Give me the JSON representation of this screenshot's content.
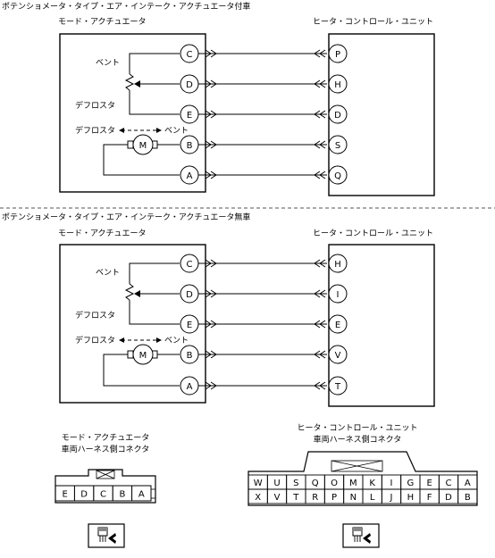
{
  "sections": [
    {
      "title": "ポテンショメータ・タイプ・エア・インテーク・アクチュエータ付車",
      "actuator_label": "モード・アクチュエータ",
      "unit_label": "ヒータ・コントロール・ユニット",
      "vent_label": "ベント",
      "defrost_label": "デフロスタ",
      "motor_label": "M",
      "motor_dir_left": "デフロスタ",
      "motor_dir_right": "ベント",
      "rows": [
        {
          "left": "C",
          "right": "P"
        },
        {
          "left": "D",
          "right": "H"
        },
        {
          "left": "E",
          "right": "D"
        },
        {
          "left": "B",
          "right": "S"
        },
        {
          "left": "A",
          "right": "Q"
        }
      ]
    },
    {
      "title": "ポテンショメータ・タイプ・エア・インテーク・アクチュエータ無車",
      "actuator_label": "モード・アクチュエータ",
      "unit_label": "ヒータ・コントロール・ユニット",
      "vent_label": "ベント",
      "defrost_label": "デフロスタ",
      "motor_label": "M",
      "motor_dir_left": "デフロスタ",
      "motor_dir_right": "ベント",
      "rows": [
        {
          "left": "C",
          "right": "H"
        },
        {
          "left": "D",
          "right": "I"
        },
        {
          "left": "E",
          "right": "E"
        },
        {
          "left": "B",
          "right": "V"
        },
        {
          "left": "A",
          "right": "T"
        }
      ]
    }
  ],
  "connectors": {
    "actuator": {
      "title_line1": "モード・アクチュエータ",
      "title_line2": "車両ハーネス側コネクタ",
      "pins": [
        "E",
        "D",
        "C",
        "B",
        "A"
      ]
    },
    "unit": {
      "title_line1": "ヒータ・コントロール・ユニット",
      "title_line2": "車両ハーネス側コネクタ",
      "top_pins": [
        "W",
        "U",
        "S",
        "Q",
        "O",
        "M",
        "K",
        "I",
        "G",
        "E",
        "C",
        "A"
      ],
      "bottom_pins": [
        "X",
        "V",
        "T",
        "R",
        "P",
        "N",
        "L",
        "J",
        "H",
        "F",
        "D",
        "B"
      ]
    }
  }
}
